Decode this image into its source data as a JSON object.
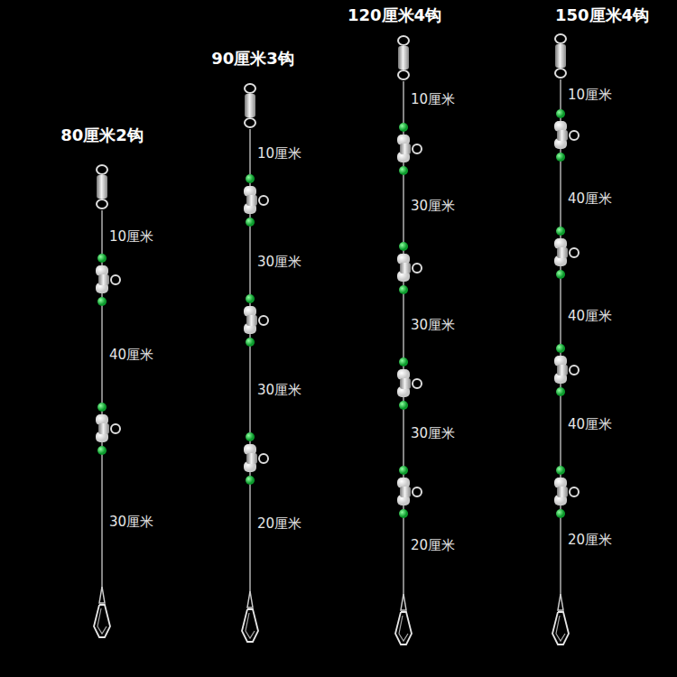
{
  "diagram": {
    "labels": [
      "80厘米2钩",
      "10厘米",
      "40厘米",
      "30厘米",
      "90厘米3钩",
      "10厘米",
      "30厘米",
      "30厘米",
      "20厘米",
      "120厘米4钩",
      "10厘米",
      "30厘米",
      "30厘米",
      "30厘米",
      "20厘米",
      "150厘米4钩",
      "10厘米",
      "40厘米",
      "40厘米",
      "40厘米",
      "20厘米"
    ]
  }
}
